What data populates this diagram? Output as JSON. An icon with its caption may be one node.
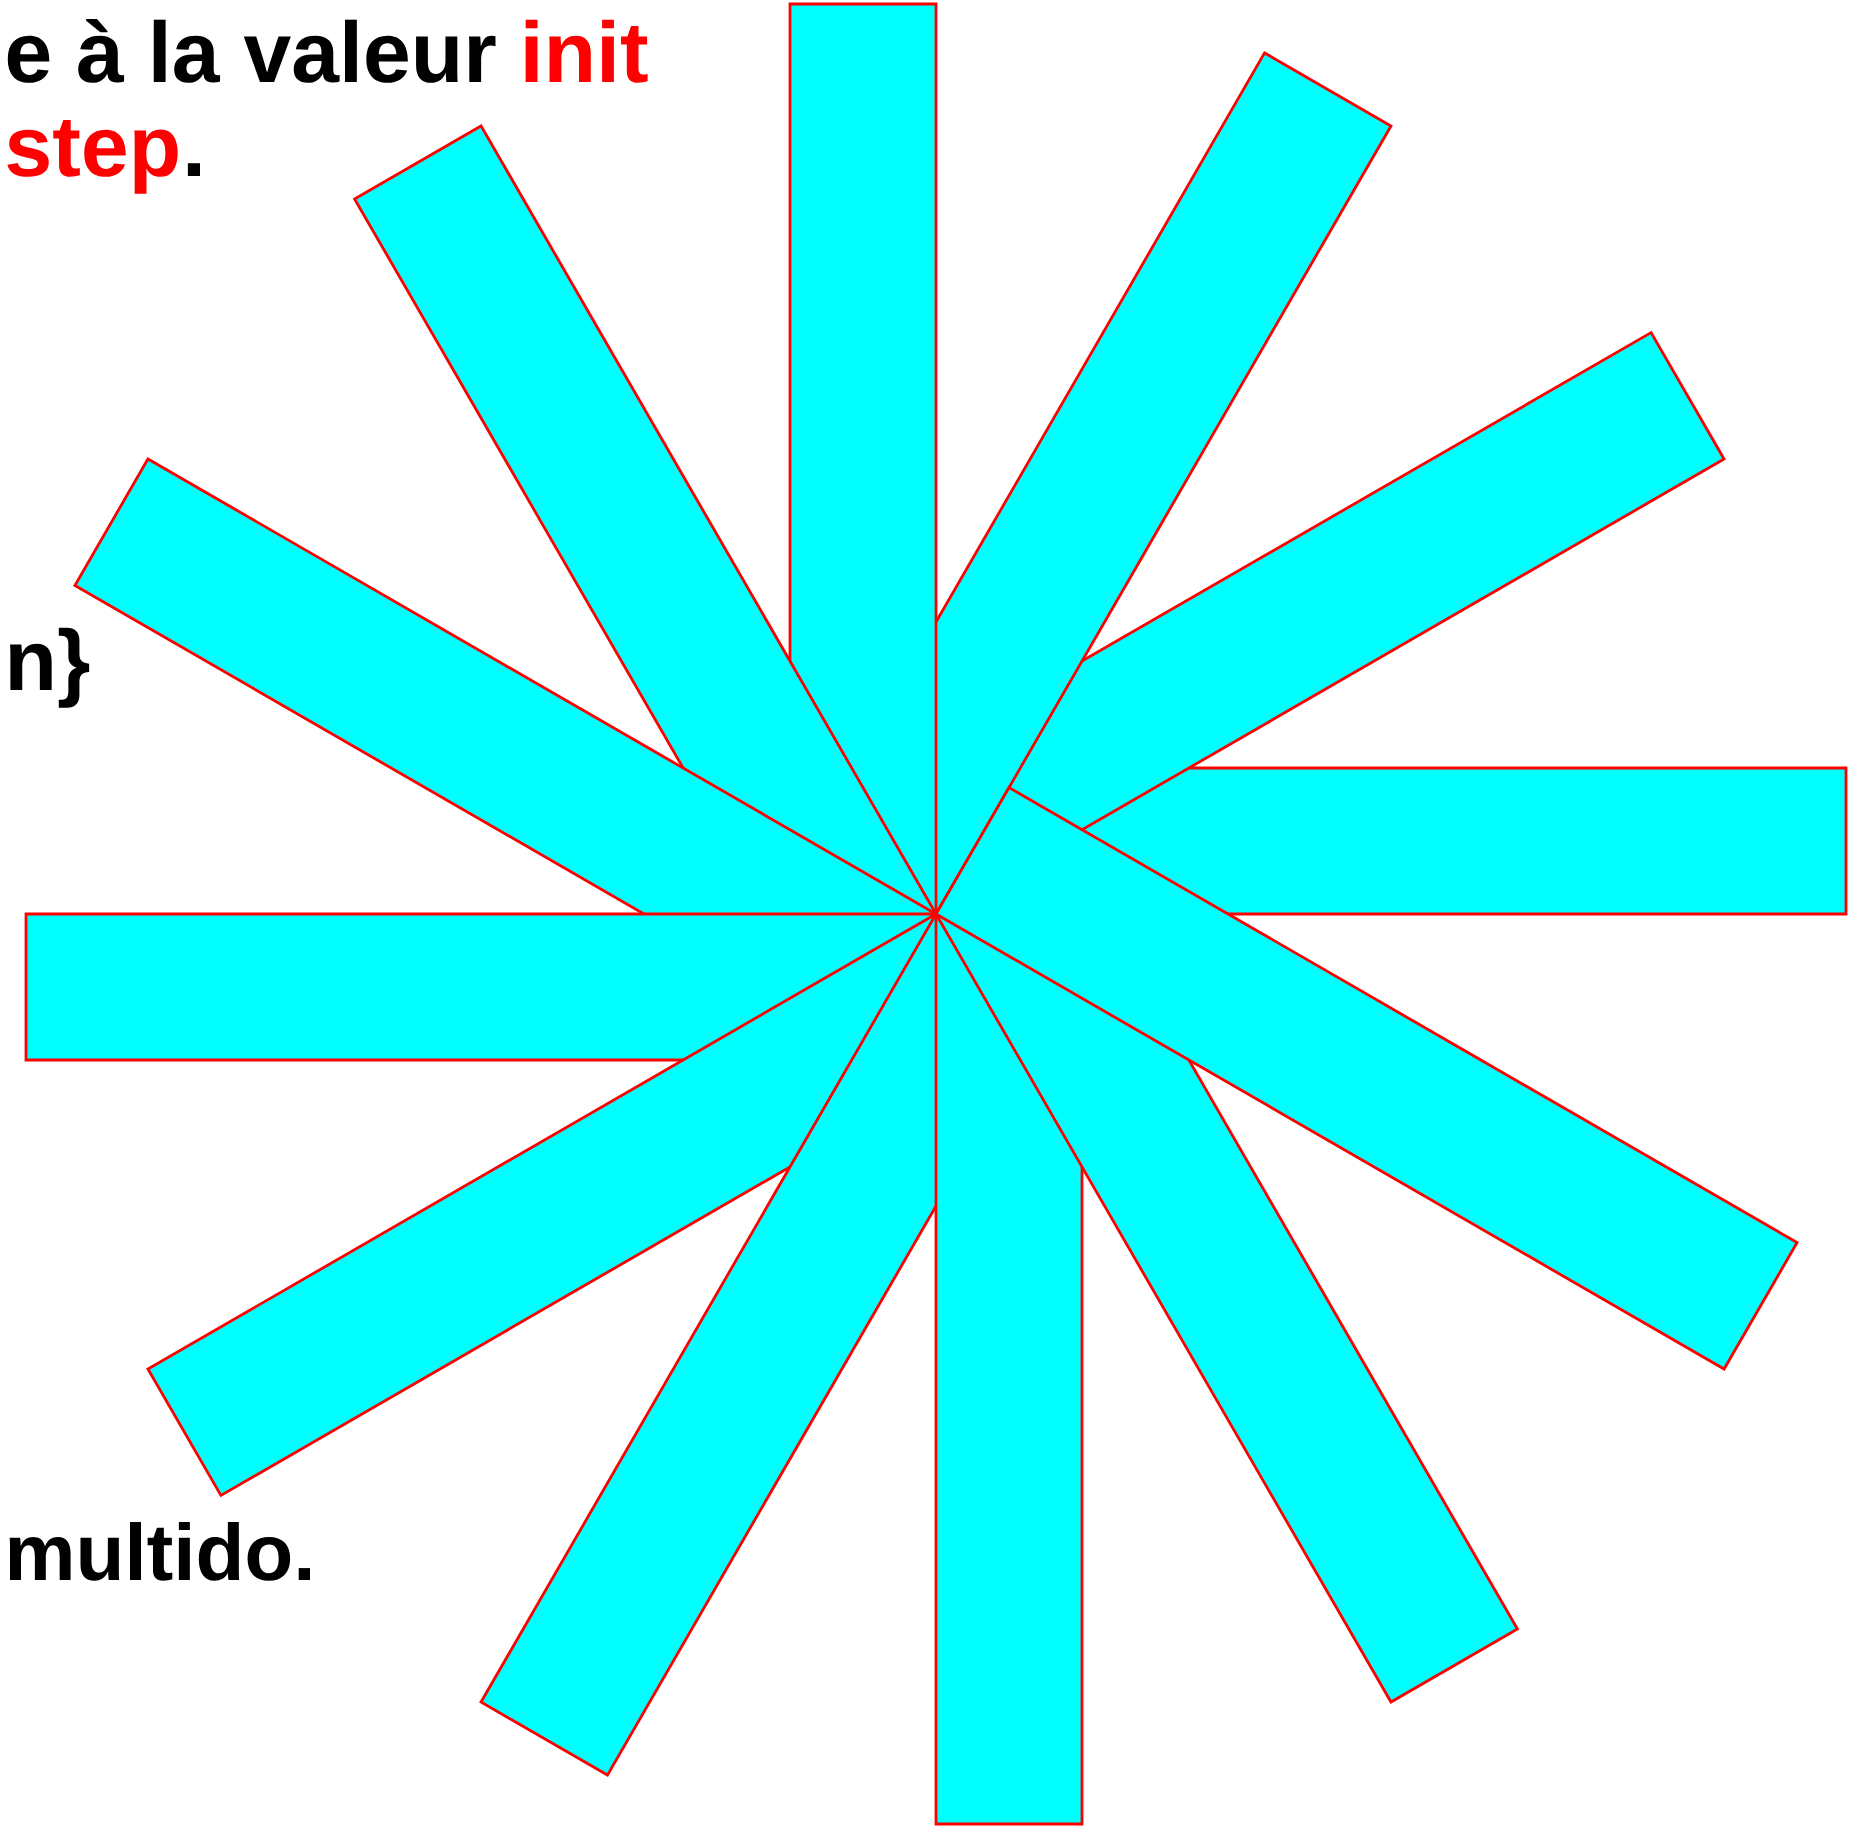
{
  "diagram": {
    "labels": [
      "e à la valeur",
      "init",
      "step",
      ".",
      "n}",
      "multido."
    ]
  }
}
